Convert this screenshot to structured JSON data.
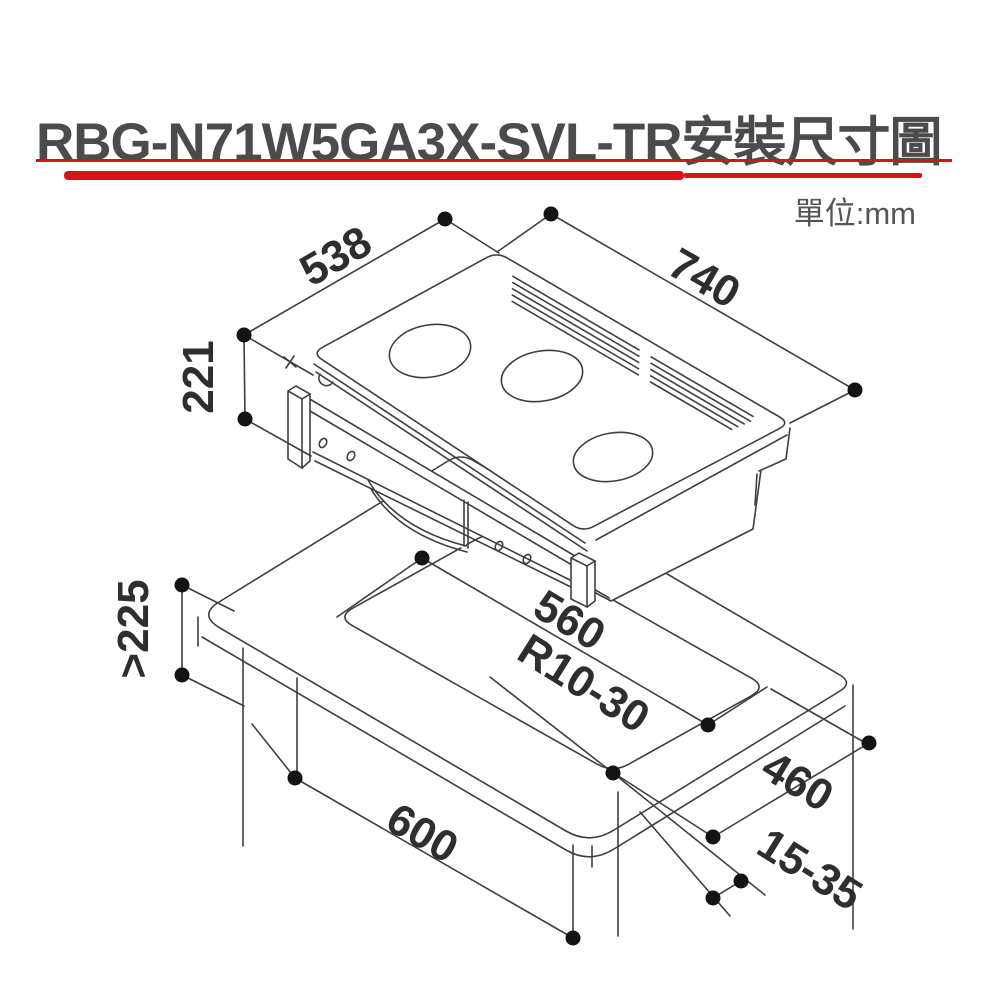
{
  "header": {
    "title": "RBG-N71W5GA3X-SVL-TR安裝尺寸圖",
    "unit_label": "單位:mm"
  },
  "colors": {
    "accent_red": "#d8121b",
    "title_gray": "#4b4b4b",
    "line_gray": "#3f3f3f"
  },
  "dimensions": {
    "top_width": "538",
    "top_depth": "740",
    "body_height": "221",
    "clearance_below": ">225",
    "cutout_width": "560",
    "cutout_corner_radius": "R10-30",
    "counter_front_width": "600",
    "cutout_depth": "460",
    "front_edge_distance": "15-35"
  }
}
